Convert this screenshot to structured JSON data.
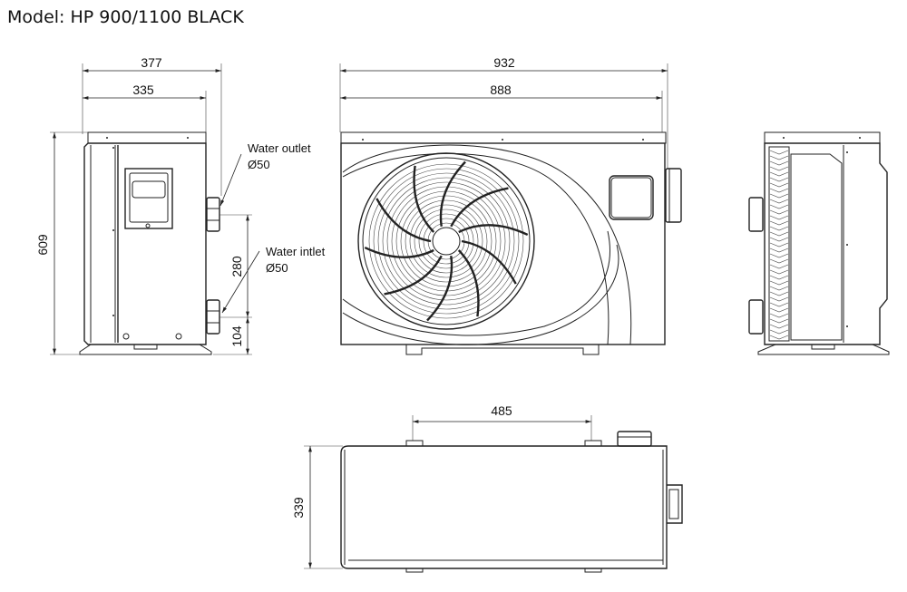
{
  "title": "Model: HP 900/1100 BLACK",
  "side_view": {
    "dim_width_outer": "377",
    "dim_width_body": "335",
    "dim_height": "609",
    "dim_outlet_to_inlet": "280",
    "dim_inlet_height": "104",
    "outlet_label": "Water outlet",
    "outlet_diameter": "Ø50",
    "inlet_label": "Water intlet",
    "inlet_diameter": "Ø50"
  },
  "front_view": {
    "dim_width_outer": "932",
    "dim_width_body": "888"
  },
  "top_view": {
    "dim_feet_spacing": "485",
    "dim_depth": "339"
  }
}
